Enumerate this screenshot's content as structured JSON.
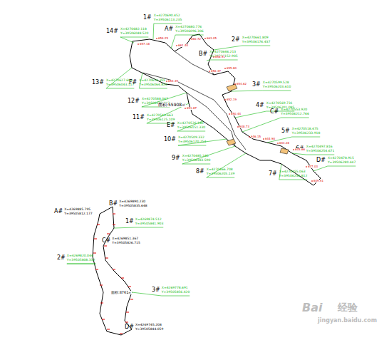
{
  "diagram": {
    "labels": [
      "1#",
      "14#",
      "A#",
      "2#",
      "B#",
      "13#",
      "F#",
      "3#",
      "12#",
      "4#",
      "C#",
      "11#",
      "E#",
      "5#",
      "10#",
      "6#",
      "9#",
      "D#",
      "8#",
      "7#",
      "面积:55908㎡",
      "X=4270690.452",
      "Y=39506113.235",
      "X=4270682.118",
      "Y=39506048.520",
      "X=4270680.776",
      "Y=39506096.306",
      "X=4270661.809",
      "Y=39506176.437",
      "X=4270646.213",
      "Y=39506152.905",
      "X=4270627.604",
      "Y=39506043.117",
      "X=4270624.355",
      "Y=39506064.820",
      "X=4270599.528",
      "Y=39506203.610",
      "X=4270588.047",
      "Y=39506123.442",
      "X=4270569.731",
      "Y=39506201.085",
      "X=4270553.920",
      "Y=39506212.766",
      "X=4270540.663",
      "Y=39506125.109",
      "X=4270526.180",
      "Y=39506151.330",
      "X=4270518.475",
      "Y=39506233.918",
      "X=4270509.332",
      "Y=39506170.254",
      "X=4270497.816",
      "Y=39506254.671",
      "X=4270485.240",
      "Y=39506183.590",
      "X=4270478.915",
      "Y=39506280.447",
      "X=4270466.708",
      "Y=39506205.139",
      "X=4270455.063",
      "Y=39506236.812",
      "657.18",
      "659.25",
      "661.40",
      "660.72",
      "663.05",
      "658.91",
      "656.37",
      "655.80",
      "654.62",
      "652.19",
      "650.44",
      "648.73",
      "646.15",
      "644.90",
      "643.28",
      "645.66",
      "647.03",
      "649.51",
      "651.87",
      "653.39",
      "A#",
      "B#",
      "1#",
      "C#",
      "2#",
      "3#",
      "D#",
      "面积:8761㎡",
      "X=4269885.795",
      "Y=39505812.177",
      "X=4269890.230",
      "Y=39505835.648",
      "X=4269874.512",
      "Y=39505841.903",
      "X=4269851.367",
      "Y=39505826.715",
      "X=4269820.044",
      "Y=39505808.332",
      "X=4269778.691",
      "Y=39505856.420",
      "X=4269745.208",
      "Y=39505844.059",
      "Bai",
      "经验",
      "jingyan.baidu.com"
    ]
  }
}
